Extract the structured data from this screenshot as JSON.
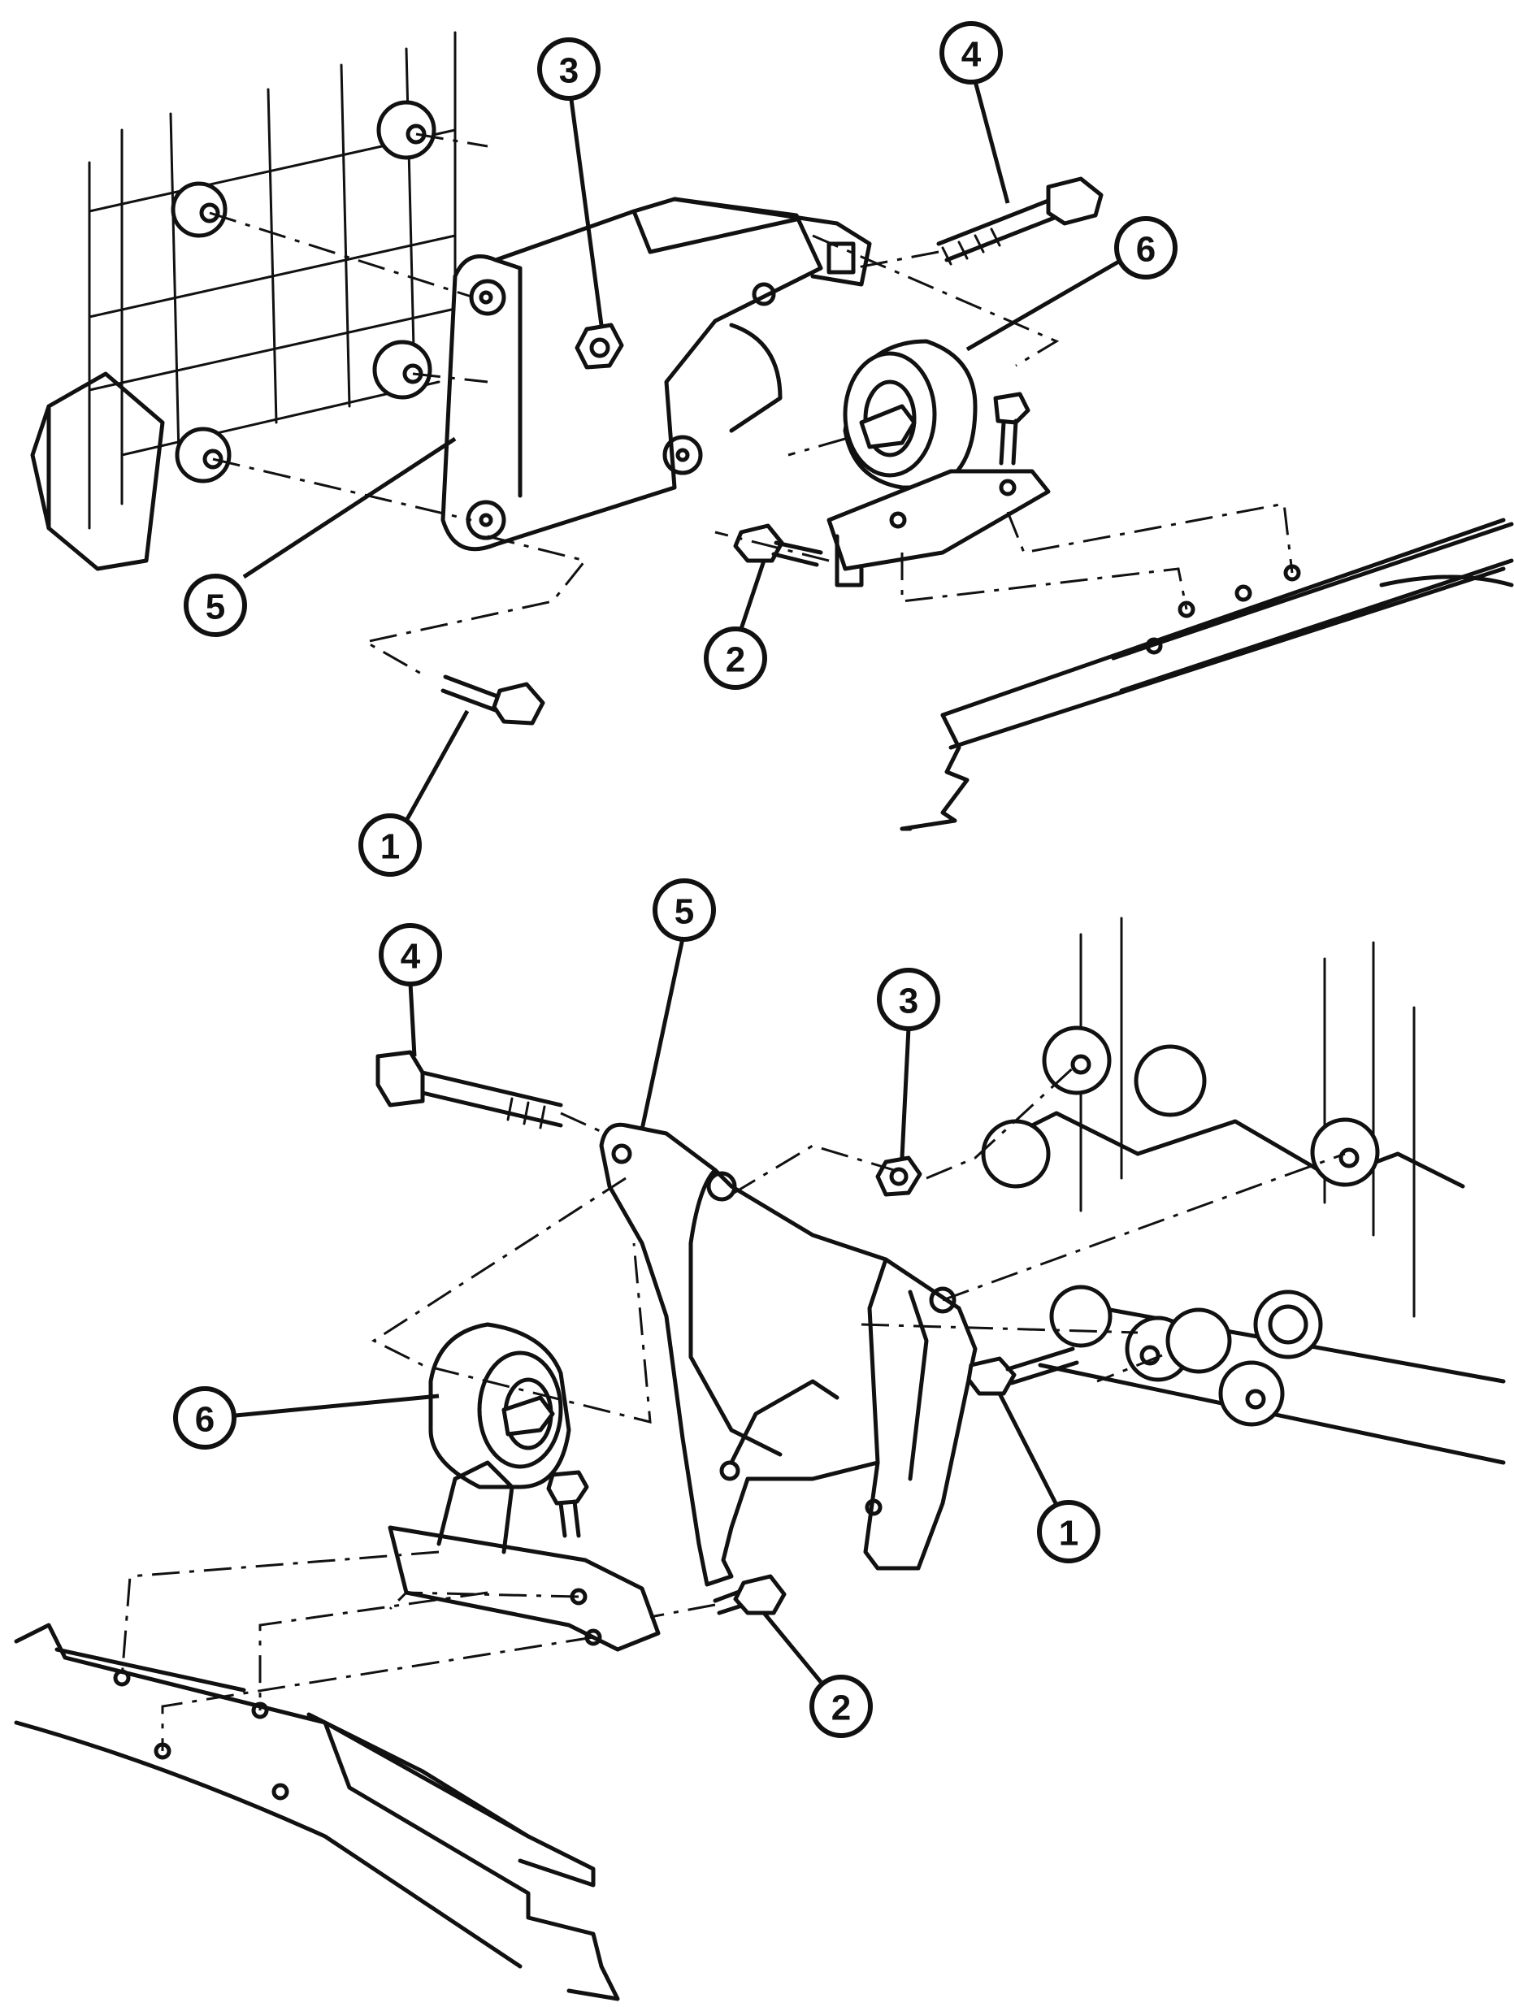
{
  "callouts": {
    "top": [
      {
        "id": "top-1",
        "label": "1"
      },
      {
        "id": "top-2",
        "label": "2"
      },
      {
        "id": "top-3",
        "label": "3"
      },
      {
        "id": "top-4",
        "label": "4"
      },
      {
        "id": "top-5",
        "label": "5"
      },
      {
        "id": "top-6",
        "label": "6"
      }
    ],
    "bottom": [
      {
        "id": "bottom-1",
        "label": "1"
      },
      {
        "id": "bottom-2",
        "label": "2"
      },
      {
        "id": "bottom-3",
        "label": "3"
      },
      {
        "id": "bottom-4",
        "label": "4"
      },
      {
        "id": "bottom-5",
        "label": "5"
      },
      {
        "id": "bottom-6",
        "label": "6"
      }
    ]
  }
}
